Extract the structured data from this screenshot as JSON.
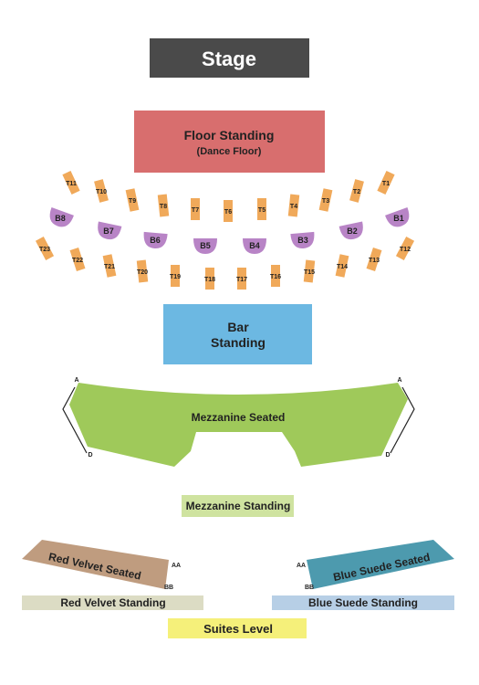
{
  "colors": {
    "stage": "#4a4a4a",
    "floor": "#d86e6e",
    "table": "#f0a95a",
    "booth": "#b884c6",
    "bar": "#6cb8e2",
    "mezzanine_seated": "#9fc95a",
    "mezzanine_standing": "#cfe3a0",
    "red_velvet_seated": "#bf9c7f",
    "red_velvet_standing": "#dcdcc4",
    "blue_suede_seated": "#4d9aae",
    "blue_suede_standing": "#b7cfe6",
    "suites": "#f5f07a"
  },
  "sections": {
    "stage": "Stage",
    "floor_line1": "Floor Standing",
    "floor_line2": "(Dance Floor)",
    "bar_line1": "Bar",
    "bar_line2": "Standing",
    "mezzanine_seated": "Mezzanine Seated",
    "mezzanine_standing": "Mezzanine Standing",
    "red_velvet_seated": "Red Velvet Seated",
    "blue_suede_seated": "Blue Suede Seated",
    "red_velvet_standing": "Red Velvet Standing",
    "blue_suede_standing": "Blue Suede Standing",
    "suites": "Suites Level"
  },
  "row_markers": {
    "mezz_left_top": "A",
    "mezz_left_bottom": "D",
    "mezz_right_top": "A",
    "mezz_right_bottom": "D",
    "red_top": "AA",
    "red_bottom": "BB",
    "blue_top": "AA",
    "blue_bottom": "BB"
  },
  "tables_row1": [
    "T11",
    "T10",
    "T9",
    "T8",
    "T7",
    "T6",
    "T5",
    "T4",
    "T3",
    "T2",
    "T1"
  ],
  "booths": [
    "B8",
    "B7",
    "B6",
    "B5",
    "B4",
    "B3",
    "B2",
    "B1"
  ],
  "tables_row2": [
    "T23",
    "T22",
    "T21",
    "T20",
    "T19",
    "T18",
    "T17",
    "T16",
    "T15",
    "T14",
    "T13",
    "T12"
  ]
}
